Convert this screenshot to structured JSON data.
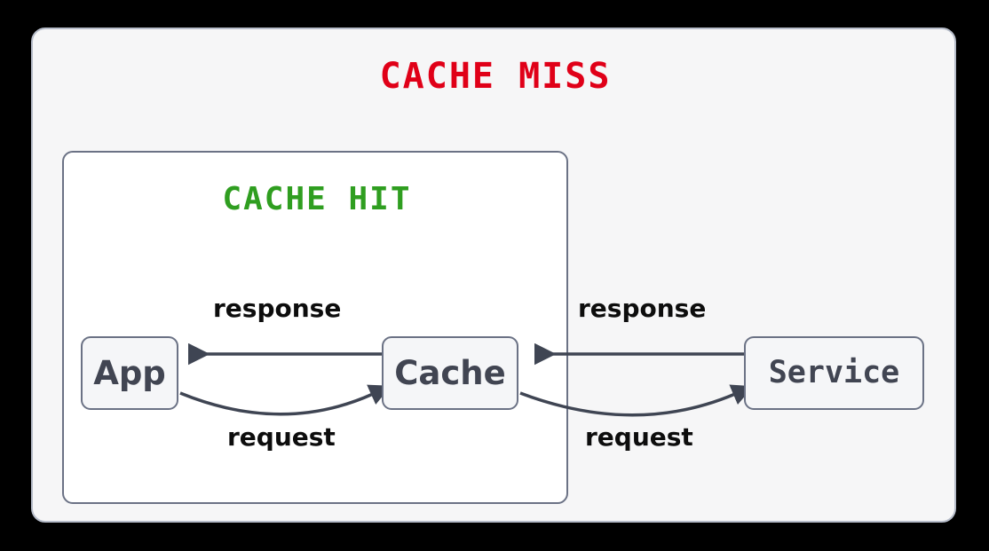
{
  "diagram": {
    "title": "CACHE MISS",
    "inner_title": "CACHE HIT",
    "colors": {
      "background": "#000000",
      "outer_panel_fill": "#f6f6f7",
      "outer_panel_border": "#b6bcc9",
      "inner_panel_fill": "#ffffff",
      "inner_panel_border": "#6b7285",
      "node_fill": "#f5f6f8",
      "node_border": "#6b7285",
      "node_text": "#414552",
      "cache_miss_text": "#e00018",
      "cache_hit_text": "#2f9e20",
      "edge_stroke": "#3f4553",
      "edge_label_text": "#0d0d0d"
    },
    "nodes": [
      {
        "id": "app",
        "label": "App",
        "font": "sans"
      },
      {
        "id": "cache",
        "label": "Cache",
        "font": "sans"
      },
      {
        "id": "service",
        "label": "Service",
        "font": "mono"
      }
    ],
    "edges": [
      {
        "id": "app-request-cache",
        "label": "request",
        "from": "App",
        "to": "Cache",
        "direction": "right",
        "style": "curved-down"
      },
      {
        "id": "cache-response-app",
        "label": "response",
        "from": "Cache",
        "to": "App",
        "direction": "left",
        "style": "straight"
      },
      {
        "id": "cache-request-service",
        "label": "request",
        "from": "Cache",
        "to": "Service",
        "direction": "right",
        "style": "curved-down"
      },
      {
        "id": "service-response-cache",
        "label": "response",
        "from": "Service",
        "to": "Cache",
        "direction": "left",
        "style": "straight"
      }
    ]
  }
}
